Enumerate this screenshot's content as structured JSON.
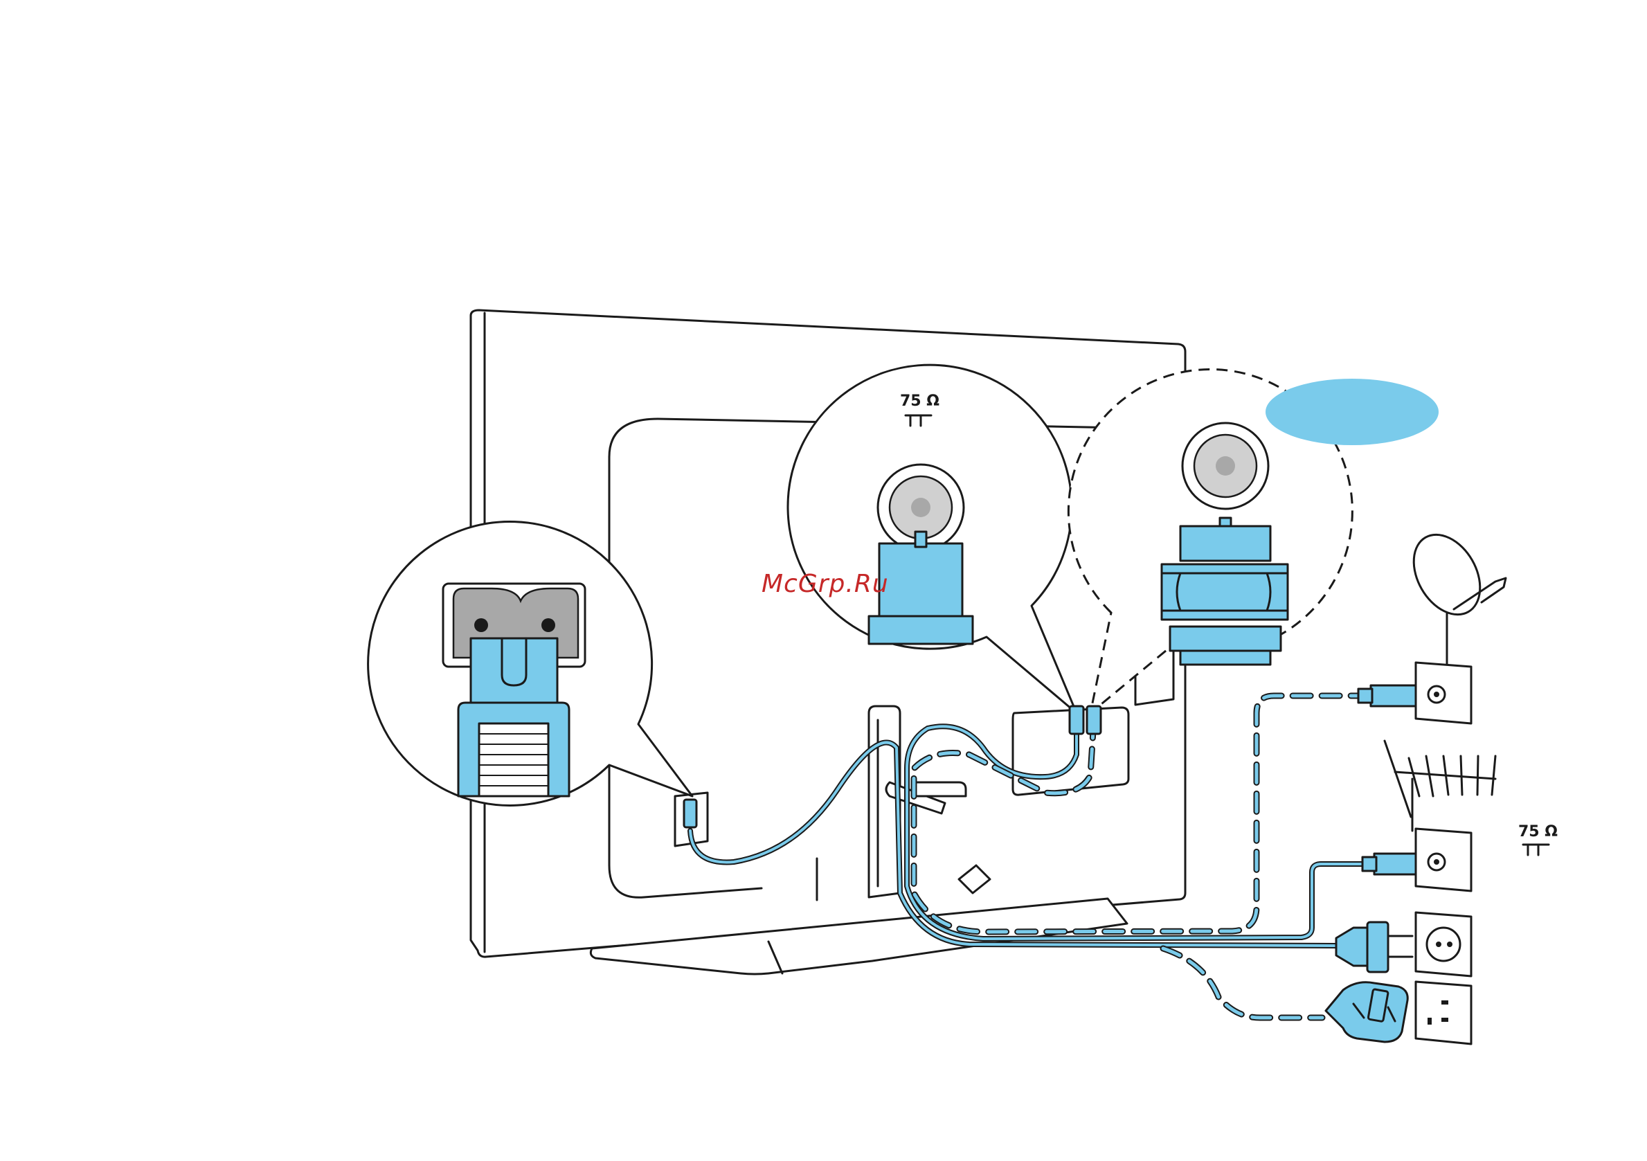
{
  "labels": {
    "impedance_tv_port": "75 Ω",
    "impedance_antenna": "75 Ω"
  },
  "watermark": "McGrp.Ru",
  "colors": {
    "accent_blue": "#7acbeb",
    "outline": "#1a1a1a",
    "watermark_red": "#c62828",
    "socket_grey": "#d0d0d0"
  },
  "icons": [
    "tv-back-icon",
    "power-inlet-icon",
    "antenna-port-icon",
    "coax-adapter-icon",
    "satellite-dish-icon",
    "terrestrial-antenna-icon",
    "wall-socket-icon",
    "euro-plug-icon",
    "uk-plug-icon"
  ]
}
